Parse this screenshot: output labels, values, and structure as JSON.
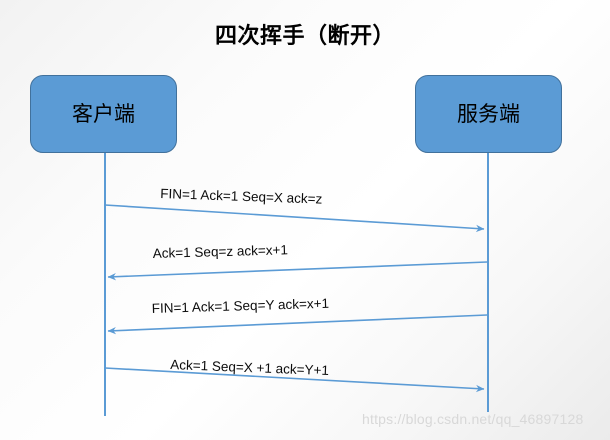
{
  "diagram": {
    "title": "四次挥手（断开）",
    "colors": {
      "node_fill": "#5b9bd5",
      "node_border": "#41719c",
      "line": "#5b9bd5",
      "text": "#0c0c0c",
      "background": "#f5f5f5",
      "watermark": "#d8d8d8"
    },
    "participants": [
      {
        "id": "client",
        "label": "客户端"
      },
      {
        "id": "server",
        "label": "服务端"
      }
    ],
    "messages": [
      {
        "index": 1,
        "label": "FIN=1  Ack=1  Seq=X  ack=z",
        "from": "client",
        "to": "server",
        "direction": "right"
      },
      {
        "index": 2,
        "label": "Ack=1  Seq=z  ack=x+1",
        "from": "server",
        "to": "client",
        "direction": "left"
      },
      {
        "index": 3,
        "label": "FIN=1  Ack=1  Seq=Y  ack=x+1",
        "from": "server",
        "to": "client",
        "direction": "left"
      },
      {
        "index": 4,
        "label": "Ack=1  Seq=X +1  ack=Y+1",
        "from": "client",
        "to": "server",
        "direction": "right"
      }
    ],
    "watermark": "https://blog.csdn.net/qq_46897128"
  }
}
